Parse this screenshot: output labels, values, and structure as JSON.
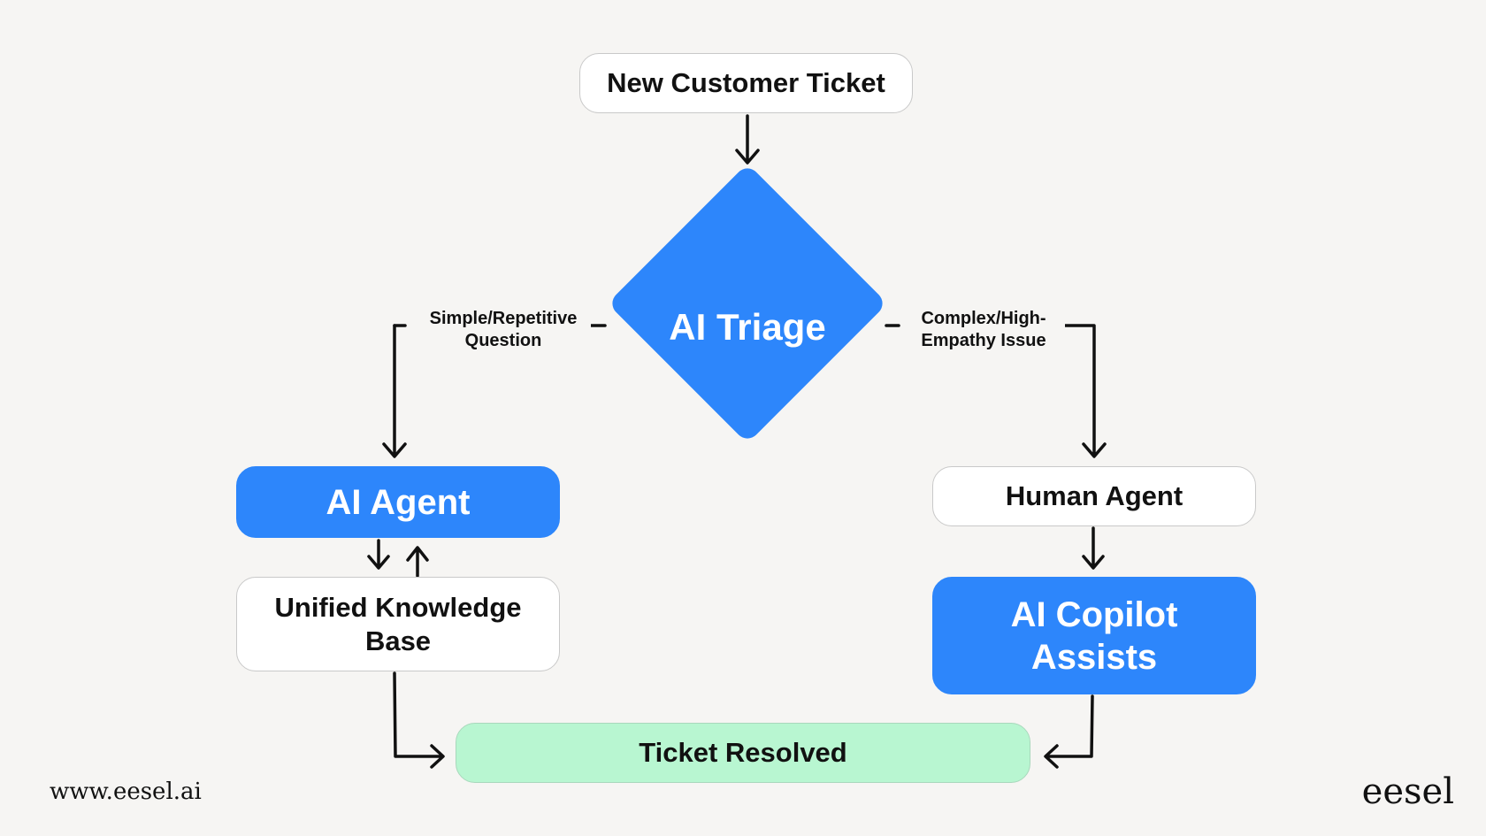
{
  "nodes": {
    "new_ticket": "New Customer Ticket",
    "ai_triage": "AI Triage",
    "ai_agent": "AI Agent",
    "knowledge_base": "Unified Knowledge Base",
    "human_agent": "Human Agent",
    "ai_copilot": "AI Copilot Assists",
    "resolved": "Ticket Resolved"
  },
  "edges": {
    "simple_line1": "Simple/Repetitive",
    "simple_line2": "Question",
    "complex_line1": "Complex/High-",
    "complex_line2": "Empathy Issue"
  },
  "footer": {
    "url": "www.eesel.ai",
    "logo": "eesel"
  },
  "colors": {
    "blue": "#2d86fb",
    "green": "#b8f6d1",
    "background": "#f6f5f3"
  }
}
